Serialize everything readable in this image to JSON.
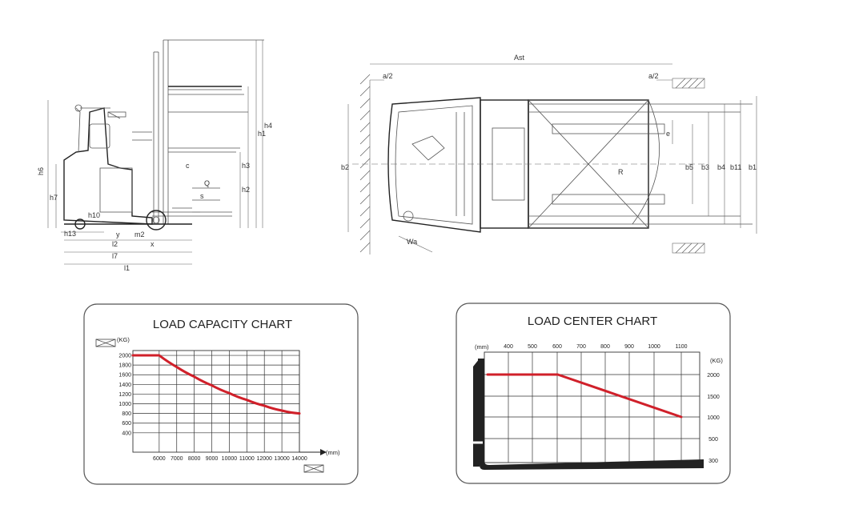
{
  "side_view": {
    "dims": [
      "h6",
      "h7",
      "h1",
      "h2",
      "h3",
      "h4",
      "h10",
      "h13",
      "l1",
      "l2",
      "l7",
      "m2",
      "x",
      "y",
      "s",
      "c",
      "Q"
    ]
  },
  "top_view": {
    "dims": {
      "ast": "Ast",
      "a2_left": "a/2",
      "a2_right": "a/2",
      "b2": "b2",
      "b5": "b5",
      "b3": "b3",
      "b4": "b4",
      "b11": "b11",
      "b1": "b1",
      "e": "e",
      "r": "R",
      "wa": "Wa"
    }
  },
  "colors": {
    "curve": "#d0202a",
    "grid": "#444444",
    "panel_border": "#555555"
  },
  "icons": {
    "left_axis": "pallet-icon",
    "bottom_axis": "pallet-icon"
  },
  "chart_data": [
    {
      "type": "line",
      "title": "LOAD CAPACITY CHART",
      "ylabel": "(KG)",
      "xlabel": "(mm)",
      "x_ticks": [
        "6000",
        "7000",
        "8000",
        "9000",
        "10000",
        "11000",
        "12000",
        "13000",
        "14000"
      ],
      "y_ticks": [
        "2000",
        "1800",
        "1600",
        "1400",
        "1200",
        "1000",
        "800",
        "600",
        "400"
      ],
      "xlim": [
        4500,
        14000
      ],
      "ylim": [
        0,
        2100
      ],
      "grid": true,
      "series": [
        {
          "x": [
            4500,
            6000,
            7000,
            8000,
            9000,
            10000,
            11000,
            12000,
            13000,
            14000
          ],
          "y": [
            2000,
            2000,
            1760,
            1560,
            1380,
            1220,
            1080,
            960,
            860,
            800
          ]
        }
      ]
    },
    {
      "type": "line",
      "title": "LOAD CENTER CHART",
      "xlabel": "(mm)",
      "ylabel": "(KG)",
      "x_ticks": [
        "400",
        "500",
        "600",
        "700",
        "800",
        "900",
        "1000",
        "1100"
      ],
      "y_ticks": [
        "2000",
        "1500",
        "1000",
        "500",
        "300"
      ],
      "grid": true,
      "series": [
        {
          "x": [
            400,
            600,
            1100
          ],
          "y": [
            2000,
            2000,
            1000
          ]
        }
      ]
    }
  ]
}
